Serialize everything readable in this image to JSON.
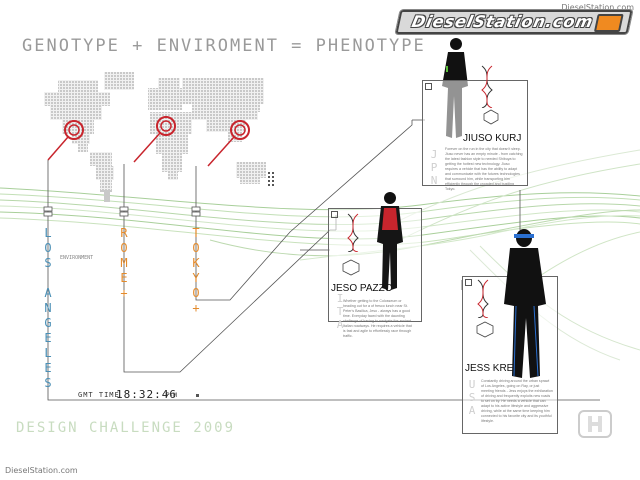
{
  "site": {
    "watermark_top": "DieselStation.com",
    "watermark_bottom": "DieselStation.com",
    "logo_text": "DieselStation.com"
  },
  "headline": "GENOTYPE + ENVIROMENT = PHENOTYPE",
  "footer": "DESIGN CHALLENGE 2009",
  "clock": {
    "label": "GMT TIME",
    "time": "18:32:46",
    "ampm": "P-M"
  },
  "cities": [
    {
      "name": "LOS ANGELES",
      "color": "#4a8fb5"
    },
    {
      "name": "ROME+",
      "color": "#e38a2b"
    },
    {
      "name": "TOKYO+",
      "color": "#e38a2b"
    }
  ],
  "side_label": "ENVIRONMENT",
  "characters": [
    {
      "name": "JIUSO KURJ",
      "country": "JPN",
      "bio": "Forever on the run in the city that doesn't sleep. Jiuso never has an empty minute - from catching the latest fashion style to needed Shibuya to getting the hottest new technology. Jiuso requires a vehicle that has the ability to adapt and communicate with the futures technologies that surround him, while transporting him efficiently through the crowded and bustling Tokyo."
    },
    {
      "name": "JESO PAZZO",
      "country": "ITA",
      "bio": "Whether getting to the Colosseum or heading out for a of fresco lunch near St. Peter's Basilica, Jeso - always has a good time. Everyday faced with the daunting challenge of having to navigate the ancient Italian roadways. He requires a vehicle that is fast and agile to effortlessly race through traffic."
    },
    {
      "name": "JESS KREZI",
      "country": "USA",
      "bio": "Constantly driving around the urban sprawl of Los Angeles, going on Ray, or just meeting friends - Jess enjoys the exhilaration of driving and frequently exploits new roads to set on by. He needs a vehicle that can adapt to his active lifestyle and aggressive driving, while at the same time keeping him connected to his favorite city and its youthful lifestyle."
    }
  ]
}
